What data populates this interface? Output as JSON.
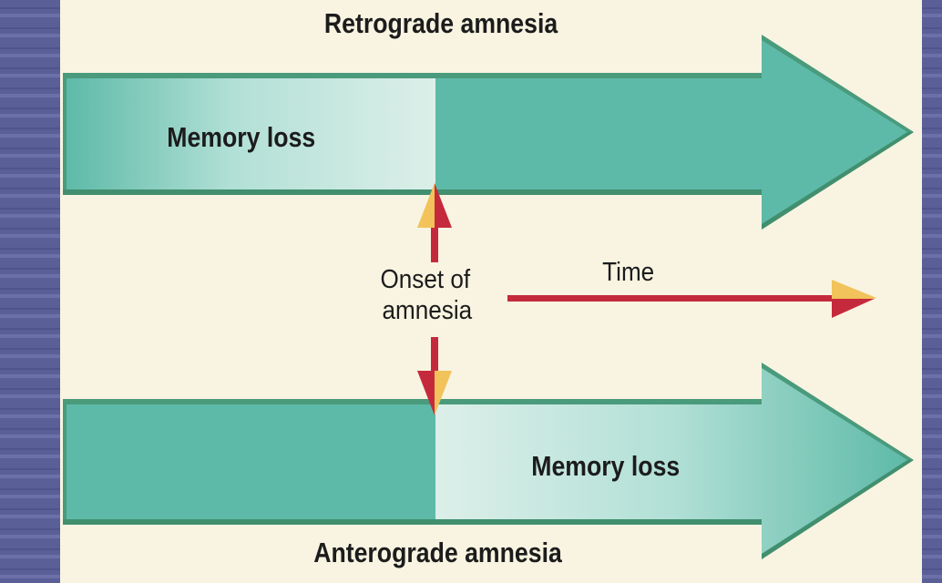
{
  "diagram": {
    "retrograde_title": "Retrograde amnesia",
    "anterograde_title": "Anterograde amnesia",
    "memory_loss_top": "Memory loss",
    "memory_loss_bottom": "Memory loss",
    "onset_line1": "Onset of",
    "onset_line2": "amnesia",
    "time_label": "Time"
  },
  "colors": {
    "panel_background": "#f8f4e1",
    "arrow_teal": "#5ebaa8",
    "arrow_shadow": "#3f8c6b",
    "memory_loss_fade": "#dcefe9",
    "marker_red": "#c52a3c",
    "marker_yellow": "#f2c35a",
    "side_stripes": "#5a5f97"
  }
}
